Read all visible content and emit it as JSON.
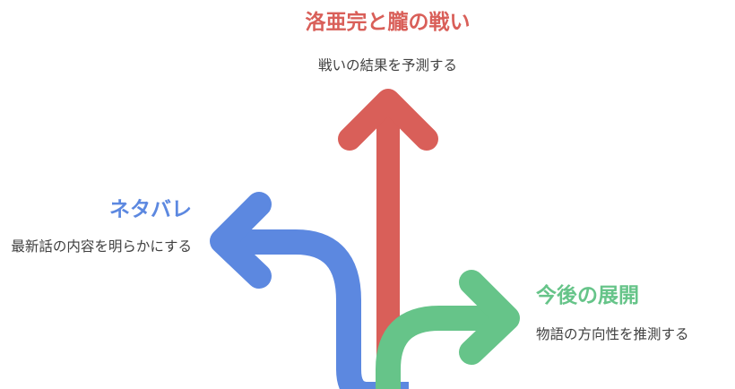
{
  "colors": {
    "red": "#d95f59",
    "blue": "#5c88e0",
    "green": "#66c489"
  },
  "branches": {
    "top": {
      "title": "洛亜完と朧の戦い",
      "desc": "戦いの結果を予測する",
      "color": "#d95f59"
    },
    "left": {
      "title": "ネタバレ",
      "desc": "最新話の内容を明らかにする",
      "color": "#5c88e0"
    },
    "right": {
      "title": "今後の展開",
      "desc": "物語の方向性を推測する",
      "color": "#66c489"
    }
  }
}
